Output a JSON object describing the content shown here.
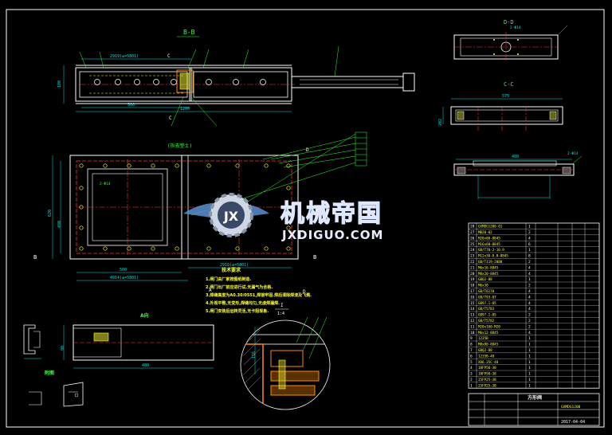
{
  "views": {
    "bb": "B-B",
    "dd": "D-D",
    "cc": "C-C",
    "aa": "A向",
    "detail_i": "I",
    "detail_scale": "1:4",
    "plan_note": "(拆去垫土)",
    "small_view": "附图"
  },
  "section_marks": {
    "b": "B",
    "a": "A",
    "c": "C",
    "d": "D"
  },
  "dimensions": {
    "bb_top": "2919(±=5801)",
    "bb_width": "500",
    "bb_overall": "1200",
    "bb_height": "180",
    "plan_width": "620",
    "plan_height": "490",
    "plan_bottom_a": "500",
    "plan_bottom_b": "4914(±=5801)",
    "plan_bottom_c": "2918(±=5801)",
    "cc_width": "575",
    "cc_height": "202",
    "dd_hole": "2-Φ14",
    "sec_width": "480",
    "aa_length": "480",
    "aa_height": "90",
    "detail_h": "116"
  },
  "notes": {
    "title": "技术要求",
    "items": [
      "1.闸门由厂家按图纸制造.",
      "2.闸门出厂前应进行试.无漏气为合格.",
      "3.焊缝高度为A0.30/0551,焊接牢固.焊后清除焊渣及飞溅.",
      "4.外观平整,无变形,焊缝均匀,无虚焊漏焊.",
      "5.闸门安装后运转灵活,无卡阻现象."
    ]
  },
  "watermark": {
    "cn": "机械帝国",
    "en": "JXDIGUO.COM",
    "logo": "JX"
  },
  "bom": {
    "rows": [
      {
        "no": "28",
        "code": "GXMDG1200-01",
        "qty": "1"
      },
      {
        "no": "27",
        "code": "MB20-02",
        "qty": "2"
      },
      {
        "no": "26",
        "code": "M20x80-8845",
        "qty": "4"
      },
      {
        "no": "25",
        "code": "M16x60-8845",
        "qty": "6"
      },
      {
        "no": "24",
        "code": "GB/T70-2-10.9",
        "qty": "1"
      },
      {
        "no": "23",
        "code": "M12x30-8.8-8845",
        "qty": "8"
      },
      {
        "no": "22",
        "code": "GB/T119-2000",
        "qty": "2"
      },
      {
        "no": "21",
        "code": "M6x16-8845",
        "qty": "4"
      },
      {
        "no": "20",
        "code": "M8x20-8845",
        "qty": "4"
      },
      {
        "no": "19",
        "code": "GBQ2-88",
        "qty": "1"
      },
      {
        "no": "18",
        "code": "M6x30",
        "qty": "2"
      },
      {
        "no": "17",
        "code": "GB/T6170",
        "qty": "4"
      },
      {
        "no": "16",
        "code": "GB/T93-87",
        "qty": "4"
      },
      {
        "no": "15",
        "code": "GB97.1-85",
        "qty": "4"
      },
      {
        "no": "14",
        "code": "GB/T5783",
        "qty": "4"
      },
      {
        "no": "13",
        "code": "GB97.1-85",
        "qty": "2"
      },
      {
        "no": "12",
        "code": "GB/T5782",
        "qty": "2"
      },
      {
        "no": "11",
        "code": "M20x160-M20",
        "qty": "2"
      },
      {
        "no": "10",
        "code": "M6x12-8845",
        "qty": "4"
      },
      {
        "no": "9",
        "code": "1235B",
        "qty": "1"
      },
      {
        "no": "8",
        "code": "M8x80-8845",
        "qty": "1"
      },
      {
        "no": "7",
        "code": "GBQ2-88",
        "qty": "1"
      },
      {
        "no": "6",
        "code": "1235B-48",
        "qty": "1"
      },
      {
        "no": "5",
        "code": "XD6.35C-48",
        "qty": "1"
      },
      {
        "no": "4",
        "code": "10FP50-38",
        "qty": "1"
      },
      {
        "no": "3",
        "code": "10FP50-38",
        "qty": "1"
      },
      {
        "no": "2",
        "code": "25FP25-38",
        "qty": "1"
      },
      {
        "no": "1",
        "code": "25FP25-38",
        "qty": "1"
      }
    ]
  },
  "title_block": {
    "name": "方形阀",
    "drawing_no": "GXMDG1200",
    "date": "2017-04-04"
  },
  "colors": {
    "background": "#000000",
    "outline": "#ffffff",
    "dimension": "#00e5e5",
    "centerline": "#ff3030",
    "hidden": "#ffff33",
    "note": "#ffff33",
    "leader": "#33ff33",
    "hatch": "#ff8c00"
  }
}
